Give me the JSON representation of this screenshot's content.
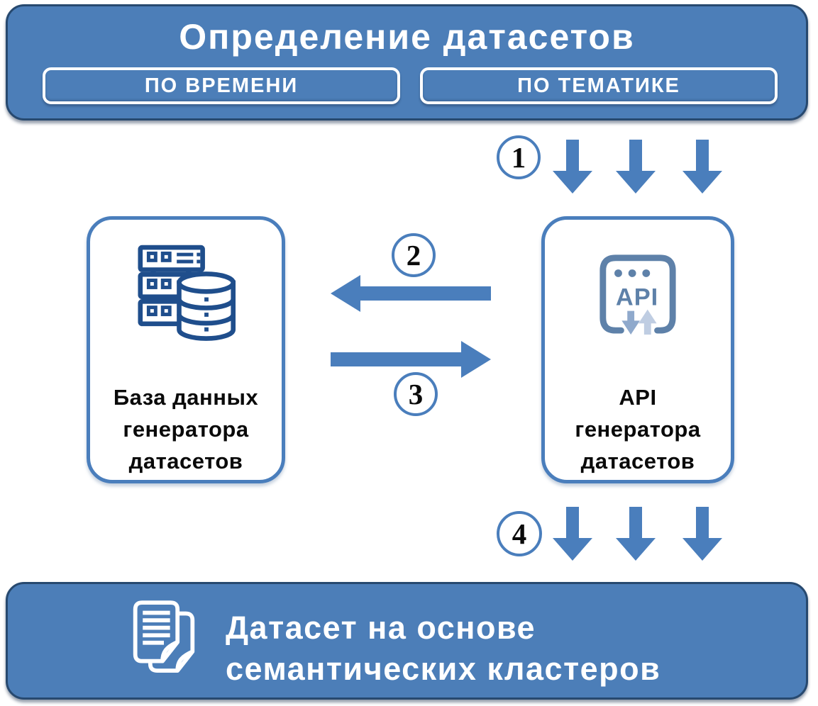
{
  "header": {
    "title": "Определение датасетов",
    "filter_buttons": [
      {
        "label": "ПО ВРЕМЕНИ"
      },
      {
        "label": "ПО ТЕМАТИКЕ"
      }
    ]
  },
  "flow_steps": [
    {
      "number": "1"
    },
    {
      "number": "2"
    },
    {
      "number": "3"
    },
    {
      "number": "4"
    }
  ],
  "nodes": {
    "database": {
      "icon": "database-server-icon",
      "label_lines": [
        "База данных",
        "генератора",
        "датасетов"
      ]
    },
    "api": {
      "icon": "api-icon",
      "icon_label": "API",
      "label_lines": [
        "API",
        "генератора",
        "датасетов"
      ]
    }
  },
  "footer": {
    "icon": "documents-icon",
    "label_lines": [
      "Датасет на основе",
      "семантических кластеров"
    ]
  },
  "colors": {
    "banner_fill": "#4C7EB8",
    "banner_border": "#27496F",
    "accent_blue": "#4A7EBC",
    "icon_navy": "#1F4E8C",
    "api_icon_slate": "#5E81A9",
    "api_arrow_down": "#8FA9CC",
    "api_arrow_up": "#BFCDE2",
    "text_dark": "#0A0A0A",
    "text_white": "#FFFFFF"
  }
}
